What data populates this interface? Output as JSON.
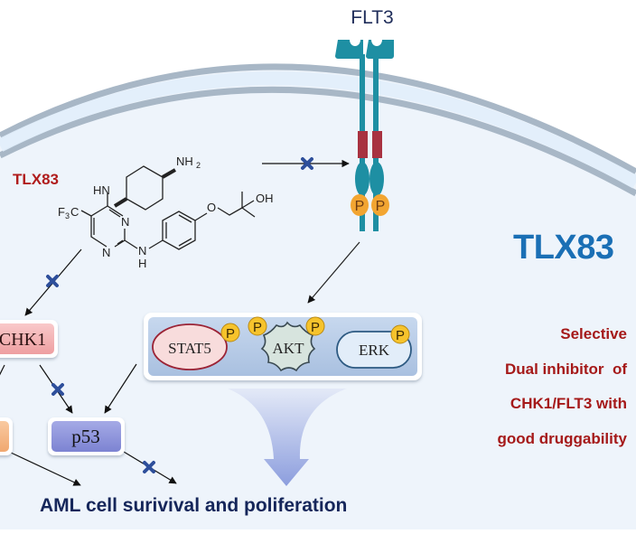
{
  "receptor": {
    "label": "FLT3",
    "phospho_labels": [
      "P",
      "P"
    ]
  },
  "compound": {
    "name": "TLX83",
    "atoms": {
      "nh2": "NH",
      "nh2_sub": "2",
      "hn_top": "HN",
      "f3c_f": "F",
      "f3c_sub": "3",
      "f3c_c": "C",
      "n1": "N",
      "n2": "N",
      "nh_bottom_n": "N",
      "nh_bottom_h": "H",
      "o": "O",
      "oh": "OH"
    }
  },
  "nodes": {
    "chk1": "CHK1",
    "p53": "p53",
    "downstream_panel": {
      "stat5": "STAT5",
      "akt": "AKT",
      "erk": "ERK",
      "phospho": "P"
    }
  },
  "headline": "TLX83",
  "description_lines": [
    "Selective",
    "Dual inhibitor  of",
    "CHK1/FLT3 with",
    "good druggability"
  ],
  "outcome": "AML cell surivival and poliferation",
  "colors": {
    "cell_fill": "#eef4fb",
    "membrane": "#a8b7c6",
    "receptor": "#1e8fa3",
    "receptor_band": "#a83240",
    "phospho": "#f2a531",
    "inhibit_mark": "#2e4f9b",
    "headline": "#1a6fb5",
    "desc": "#a51919",
    "chk1_fill": "#f5b8b9",
    "p53_fill": "#8f95dc",
    "orange_fill": "#f6b98a"
  }
}
